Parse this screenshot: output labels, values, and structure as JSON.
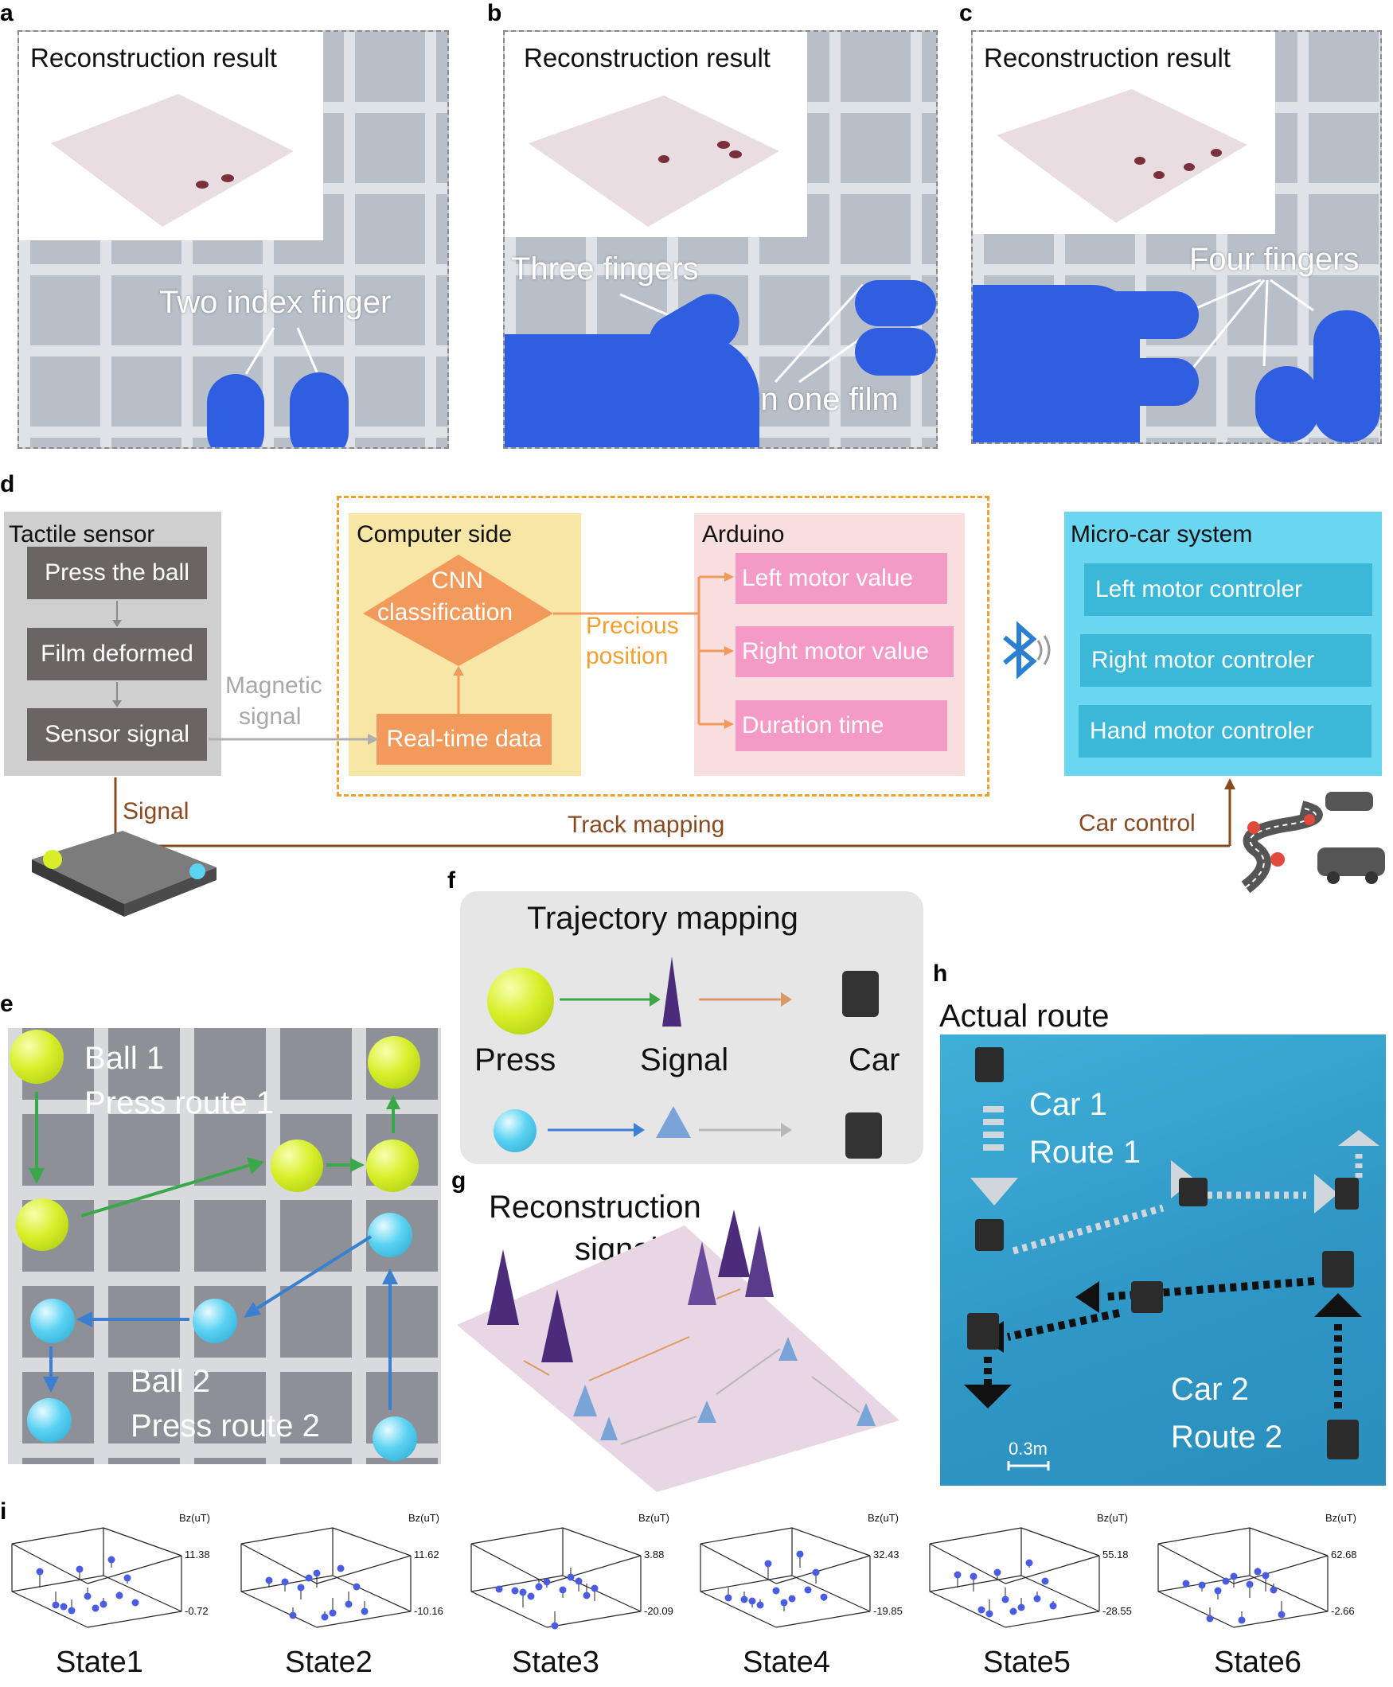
{
  "panel_labels": {
    "a": "a",
    "b": "b",
    "c": "c",
    "d": "d",
    "e": "e",
    "f": "f",
    "g": "g",
    "h": "h",
    "i": "i"
  },
  "panel_a": {
    "title": "Reconstruction result",
    "annotation": "Two index finger"
  },
  "panel_b": {
    "title": "Reconstruction result",
    "annotation1": "Three fingers",
    "annotation2": "Two in one film"
  },
  "panel_c": {
    "title": "Reconstruction result",
    "annotation": "Four fingers"
  },
  "panel_d": {
    "tactile_title": "Tactile sensor",
    "steps": [
      "Press the ball",
      "Film deformed",
      "Sensor signal"
    ],
    "magnetic_line1": "Magnetic",
    "magnetic_line2": "signal",
    "computer_title": "Computer side",
    "cnn_line1": "CNN",
    "cnn_line2": "classification",
    "realtime": "Real-time data",
    "precious_line1": "Precious",
    "precious_line2": "position",
    "arduino_title": "Arduino",
    "arduino_items": [
      "Left motor value",
      "Right motor value",
      "Duration time"
    ],
    "microcar_title": "Micro-car system",
    "microcar_items": [
      "Left motor controler",
      "Right motor controler",
      "Hand motor controler"
    ],
    "signal": "Signal",
    "track": "Track mapping",
    "car_control": "Car control"
  },
  "panel_e": {
    "ball1": "Ball 1",
    "route1": "Press route 1",
    "ball2": "Ball 2",
    "route2": "Press route 2"
  },
  "panel_f": {
    "title": "Trajectory mapping",
    "press": "Press",
    "signal": "Signal",
    "car": "Car"
  },
  "panel_g": {
    "line1": "Reconstruction",
    "line2": "signal"
  },
  "panel_h": {
    "title": "Actual route",
    "car1": "Car 1",
    "route1": "Route 1",
    "car2": "Car 2",
    "route2": "Route 2",
    "scale": "0.3m"
  },
  "panel_i": {
    "axis_label": "Bz(uT)",
    "states": [
      {
        "name": "State1",
        "max": "11.38",
        "min": "-0.72"
      },
      {
        "name": "State2",
        "max": "11.62",
        "min": "-10.16"
      },
      {
        "name": "State3",
        "max": "3.88",
        "min": "-20.09"
      },
      {
        "name": "State4",
        "max": "32.43",
        "min": "-19.85"
      },
      {
        "name": "State5",
        "max": "55.18",
        "min": "-28.55"
      },
      {
        "name": "State6",
        "max": "62.68",
        "min": "-2.66"
      }
    ]
  },
  "colors": {
    "orange": "#f29a5b",
    "pink": "#f39ac6",
    "cyan": "#3bb8d8",
    "green_arrow": "#3aa84a",
    "blue_arrow": "#3b7fd0",
    "brown_line": "#8a4a20",
    "dash_orange": "#f0a030"
  }
}
